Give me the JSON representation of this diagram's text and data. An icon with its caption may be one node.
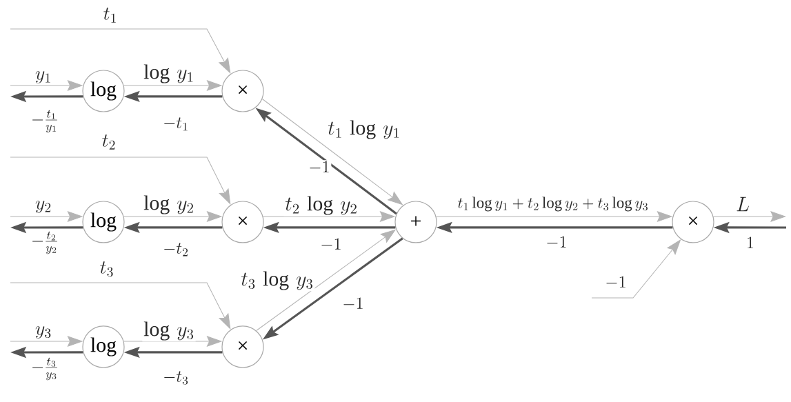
{
  "diagram": {
    "nodes": [
      {
        "text": [
          "log"
        ]
      },
      {
        "text": [
          "×"
        ]
      },
      {
        "text": [
          "log"
        ]
      },
      {
        "text": [
          "×"
        ]
      },
      {
        "text": [
          "log"
        ]
      },
      {
        "text": [
          "×"
        ]
      },
      {
        "text": [
          "+"
        ]
      },
      {
        "text": [
          "×"
        ]
      }
    ],
    "edges": [
      {
        "from": null,
        "to": 0,
        "arrow": "to",
        "label": "y_1"
      },
      {
        "from": 0,
        "to": null,
        "arrow": "to",
        "label": "-\\frac{t_1}{y_1}",
        "style": "thick",
        "color": "#555555"
      },
      {
        "from": 0,
        "to": 1,
        "arrow": "to",
        "label": "\\log\\, y_1"
      },
      {
        "from": 1,
        "to": 0,
        "arrow": "to",
        "label": "-t_1",
        "style": "thick",
        "color": "#555555"
      },
      {
        "from": null,
        "to": 1,
        "arrow": "to",
        "label": "t_1"
      },
      {
        "from": 1,
        "to": 6,
        "arrow": "to",
        "label": "t_1\\,\\log\\, y_1"
      },
      {
        "from": 6,
        "to": 1,
        "arrow": "to",
        "label": "-1",
        "style": "thick",
        "color": "#555555"
      },
      {
        "from": null,
        "to": 2,
        "arrow": "to",
        "label": "y_2"
      },
      {
        "from": 2,
        "to": null,
        "arrow": "to",
        "label": "-\\frac{t_2}{y_2}",
        "style": "thick",
        "color": "#555555"
      },
      {
        "from": 2,
        "to": 3,
        "arrow": "to",
        "label": "\\log\\, y_2"
      },
      {
        "from": 3,
        "to": 2,
        "arrow": "to",
        "label": "-t_2",
        "style": "thick",
        "color": "#555555"
      },
      {
        "from": null,
        "to": 3,
        "arrow": "to",
        "label": "t_2"
      },
      {
        "from": 3,
        "to": 6,
        "arrow": "to",
        "label": "t_2\\,\\log\\, y_2"
      },
      {
        "from": 6,
        "to": 3,
        "arrow": "to",
        "label": "-1",
        "style": "thick",
        "color": "#555555"
      },
      {
        "from": null,
        "to": 4,
        "arrow": "to",
        "label": "y_3"
      },
      {
        "from": 4,
        "to": null,
        "arrow": "to",
        "label": "-\\frac{t_3}{y_3}",
        "style": "thick",
        "color": "#555555"
      },
      {
        "from": 4,
        "to": 5,
        "arrow": "to",
        "label": "\\log\\, y_3"
      },
      {
        "from": 5,
        "to": 4,
        "arrow": "to",
        "label": "-t_3",
        "style": "thick",
        "color": "#555555"
      },
      {
        "from": null,
        "to": 5,
        "arrow": "to",
        "label": "t_3"
      },
      {
        "from": 5,
        "to": 6,
        "arrow": "to",
        "label": "t_3\\,\\log\\, y_3"
      },
      {
        "from": 6,
        "to": 5,
        "arrow": "to",
        "label": "-1",
        "style": "thick",
        "color": "#555555"
      },
      {
        "from": 6,
        "to": 7,
        "arrow": "to",
        "label": "t_1 \\log y_1 + t_2 \\log y_2 + t_3 \\log y_3"
      },
      {
        "from": 7,
        "to": 6,
        "arrow": "to",
        "label": "-1",
        "style": "thick",
        "color": "#555555"
      },
      {
        "from": null,
        "to": 7,
        "arrow": "to",
        "label": "-1"
      },
      {
        "from": 7,
        "to": null,
        "arrow": "to",
        "label": "L"
      },
      {
        "from": null,
        "to": 7,
        "arrow": "to",
        "label": "1",
        "style": "thick",
        "color": "#555555"
      }
    ]
  }
}
